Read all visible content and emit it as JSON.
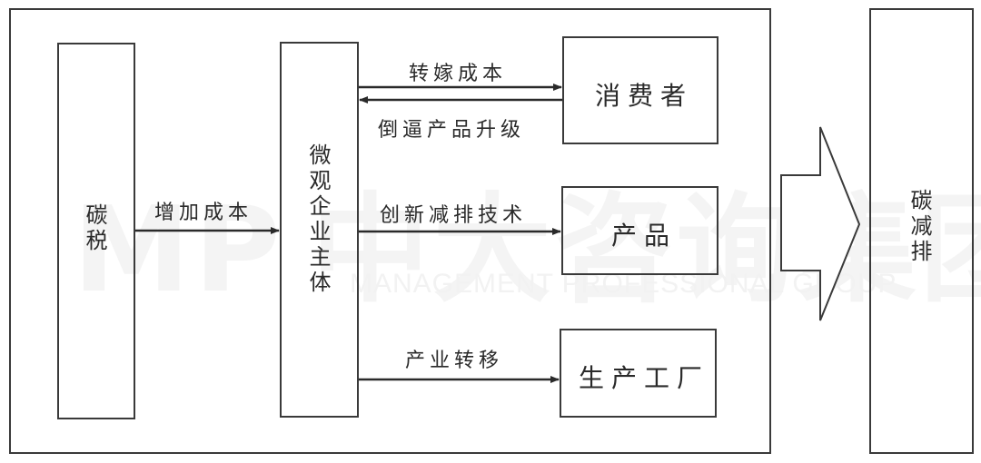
{
  "watermark": {
    "logo": "MP",
    "chinese": "中大咨询集团",
    "english": "MANAGEMENT PROFESSIONAL GROUP"
  },
  "nodes": {
    "carbon_tax": "碳税",
    "micro_enterprise": "微观企业主体",
    "consumer": "消费者",
    "product": "产品",
    "factory": "生产工厂",
    "carbon_reduction": "碳减排"
  },
  "edges": {
    "increase_cost": "增加成本",
    "transfer_cost": "转嫁成本",
    "force_upgrade": "倒逼产品升级",
    "innovate_tech": "创新减排技术",
    "industry_transfer": "产业转移"
  },
  "colors": {
    "line": "#2a2a2a",
    "box_border": "#3a3a3a",
    "background": "#ffffff",
    "watermark": "#f3f3f3"
  }
}
